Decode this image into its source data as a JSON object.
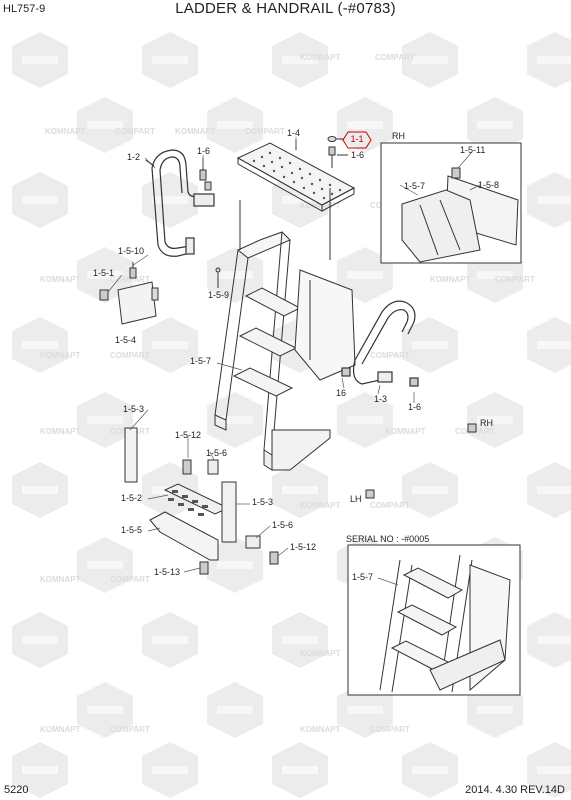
{
  "header": {
    "code": "HL757-9",
    "title": "LADDER & HANDRAIL (-#0783)"
  },
  "footer": {
    "page_number": "5220",
    "revision": "2014. 4.30  REV.14D"
  },
  "watermark": {
    "brand_a": "KOMNAPT",
    "brand_b": "COMPART"
  },
  "highlight_color": "#cc0000",
  "callouts": {
    "highlighted_part": "1-1"
  },
  "labels": {
    "p1_4": "1-4",
    "p1_6a": "1-6",
    "p1_6b": "1-6",
    "p1_2": "1-2",
    "rh1": "RH",
    "p1_5_11": "1-5-11",
    "p1_5_7a": "1-5-7",
    "p1_5_8": "1-5-8",
    "p1_5_10": "1-5-10",
    "p1_5_1": "1-5-1",
    "p1_5_9": "1-5-9",
    "p1_5_4": "1-5-4",
    "p1_5_7b": "1-5-7",
    "p16": "16",
    "p1_3": "1-3",
    "p1_6c": "1-6",
    "p1_5_3a": "1-5-3",
    "p1_5_12a": "1-5-12",
    "p1_5_6a": "1-5-6",
    "rh2": "RH",
    "p1_5_2": "1-5-2",
    "p1_5_3b": "1-5-3",
    "lh": "LH",
    "p1_5_5": "1-5-5",
    "p1_5_6b": "1-5-6",
    "p1_5_12b": "1-5-12",
    "p1_5_13": "1-5-13",
    "serial": "SERIAL NO : -#0005",
    "p1_5_7c": "1-5-7"
  }
}
